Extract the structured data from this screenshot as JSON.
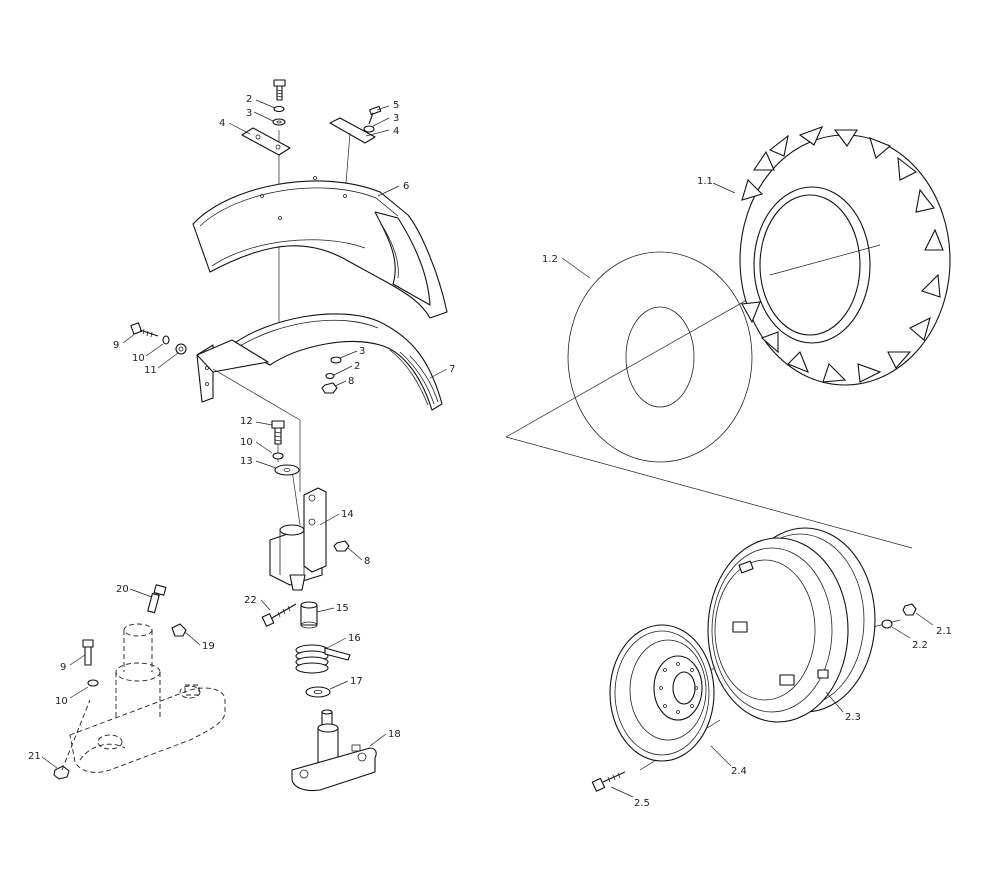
{
  "callouts": {
    "c1": "1.1",
    "c2": "1.2",
    "c3": "2.1",
    "c4": "2.2",
    "c5": "2.3",
    "c6": "2.4",
    "c7": "2.5",
    "c8": "2",
    "c9": "3",
    "c10": "4",
    "c11": "5",
    "c12": "3",
    "c13": "4",
    "c14": "6",
    "c15": "7",
    "c16": "9",
    "c17": "10",
    "c18": "11",
    "c19": "3",
    "c20": "2",
    "c21": "8",
    "c22": "12",
    "c23": "10",
    "c24": "13",
    "c25": "14",
    "c26": "8",
    "c27": "22",
    "c28": "15",
    "c29": "16",
    "c30": "17",
    "c31": "18",
    "c32": "20",
    "c33": "19",
    "c34": "9",
    "c35": "10",
    "c36": "21"
  }
}
